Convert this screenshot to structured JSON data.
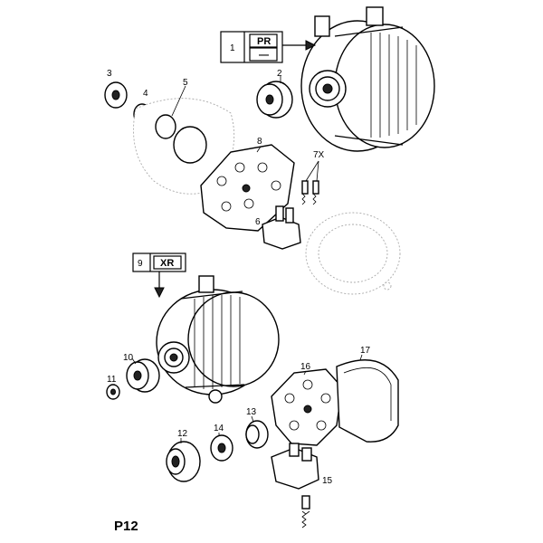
{
  "diagram": {
    "page_label": "P12",
    "variant_boxes": [
      {
        "ref": "1",
        "code": "PR",
        "sub": "—"
      },
      {
        "ref": "9",
        "code": "XR"
      }
    ],
    "callouts": [
      "2",
      "3",
      "4",
      "5",
      "6",
      "7X",
      "8",
      "10",
      "11",
      "12",
      "13",
      "14",
      "15",
      "16",
      "17"
    ]
  }
}
